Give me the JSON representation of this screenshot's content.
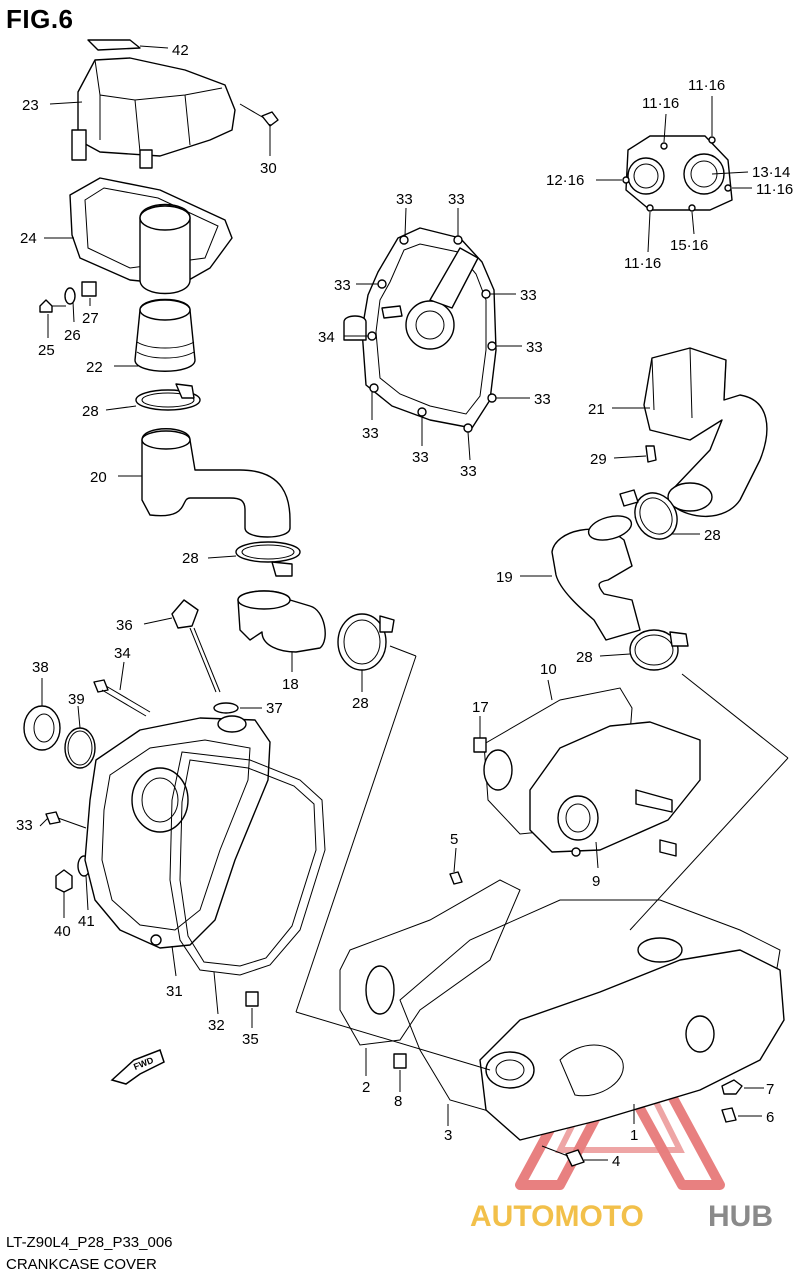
{
  "figure": {
    "title": "FIG.6"
  },
  "captions": {
    "model_code": "LT-Z90L4_P28_P33_006",
    "section": "CRANKCASE COVER"
  },
  "direction_marker": "FWD",
  "watermark": {
    "word_a": "AUTOMOTO",
    "word_b": "HUB",
    "color_a": "#f2c04a",
    "color_b": "#8a8a8a",
    "logo_color": "#e46a6a"
  },
  "callouts": {
    "p42": "42",
    "p23": "23",
    "p30": "30",
    "p24": "24",
    "p27": "27",
    "p26": "26",
    "p25": "25",
    "p22": "22",
    "p28a": "28",
    "p20": "20",
    "p28b": "28",
    "p36": "36",
    "p18": "18",
    "p28c": "28",
    "p37": "37",
    "p34a": "34",
    "p38": "38",
    "p39": "39",
    "p33a": "33",
    "p40": "40",
    "p41": "41",
    "p31": "31",
    "p32": "32",
    "p35": "35",
    "p33_1": "33",
    "p33_2": "33",
    "p33_3": "33",
    "p33_4": "33",
    "p33_5": "33",
    "p33_6": "33",
    "p33_7": "33",
    "p33_8": "33",
    "p33_9": "33",
    "p34b": "34",
    "p11_16a": "11·16",
    "p11_16b": "11·16",
    "p12_16": "12·16",
    "p13_14": "13·14",
    "p11_16c": "11·16",
    "p15_16": "15·16",
    "p11_16d": "11·16",
    "p21": "21",
    "p29": "29",
    "p28d": "28",
    "p19": "19",
    "p28e": "28",
    "p10": "10",
    "p17": "17",
    "p9": "9",
    "p5": "5",
    "p2": "2",
    "p8": "8",
    "p3": "3",
    "p1": "1",
    "p7": "7",
    "p6": "6",
    "p4": "4"
  }
}
